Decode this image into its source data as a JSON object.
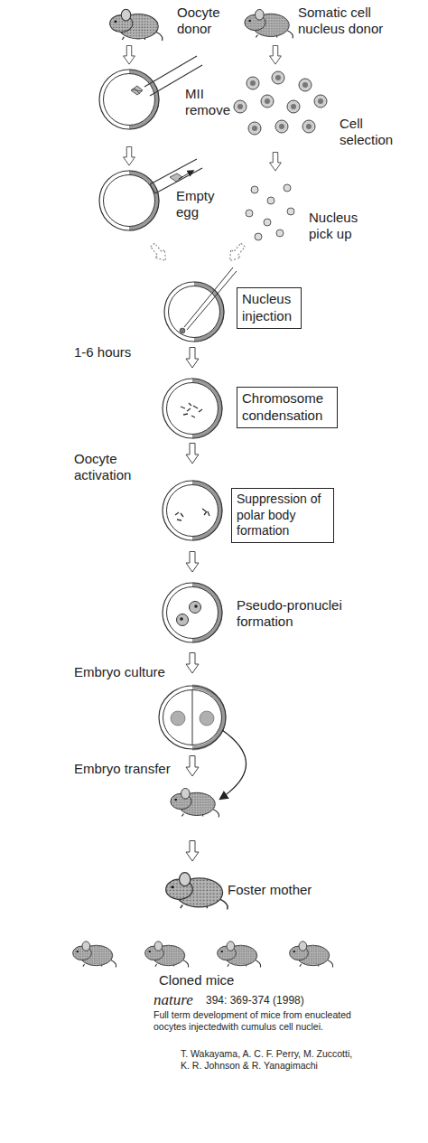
{
  "diagram": {
    "nodes": [
      {
        "text": [
          "Nucleus injection"
        ]
      },
      {
        "text": [
          "Chromosome condensation"
        ]
      },
      {
        "text": [
          "Suppression of polar body formation"
        ]
      }
    ],
    "labels": [
      "Oocyte donor",
      "Somatic cell nucleus donor",
      "MII remove",
      "Cell selection",
      "Empty egg",
      "Nucleus pick up",
      "1-6 hours",
      "Oocyte activation",
      "Pseudo-pronuclei formation",
      "Embryo culture",
      "Embryo transfer",
      "Foster mother",
      "Cloned mice",
      "nature",
      "394: 369-374 (1998)",
      "Full term development of mice from enucleated oocytes injectedwith cumulus cell nuclei.",
      "T. Wakayama, A. C. F. Perry, M. Zuccotti, K. R. Johnson & R. Yanagimachi"
    ]
  }
}
